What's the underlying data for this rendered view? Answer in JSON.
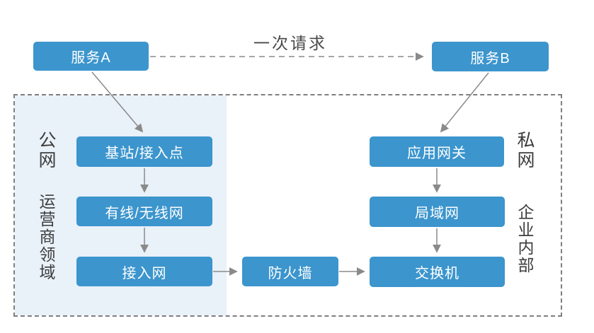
{
  "request": {
    "label": "一次请求"
  },
  "nodes": {
    "service_a": {
      "label": "服务A"
    },
    "service_b": {
      "label": "服务B"
    },
    "base_station": {
      "label": "基站/接入点"
    },
    "wired_wireless": {
      "label": "有线/无线网"
    },
    "access_network": {
      "label": "接入网"
    },
    "firewall": {
      "label": "防火墙"
    },
    "app_gateway": {
      "label": "应用网关"
    },
    "lan": {
      "label": "局域网"
    },
    "switch": {
      "label": "交换机"
    }
  },
  "zones": {
    "public_network": {
      "label": "公网"
    },
    "operator_domain": {
      "label": "运营商领域"
    },
    "private_network": {
      "label": "私网"
    },
    "enterprise_internal": {
      "label": "企业内部"
    }
  },
  "colors": {
    "node_fill": "#3C95CD",
    "node_text": "#FFFFFF",
    "public_zone_fill": "#E9F1F9",
    "boundary_border": "#7F7F7F",
    "arrow": "#8A8A8A",
    "zone_label_text": "#3D3D3D",
    "request_label_text": "#4A4A4A",
    "background": "#FFFFFF"
  }
}
